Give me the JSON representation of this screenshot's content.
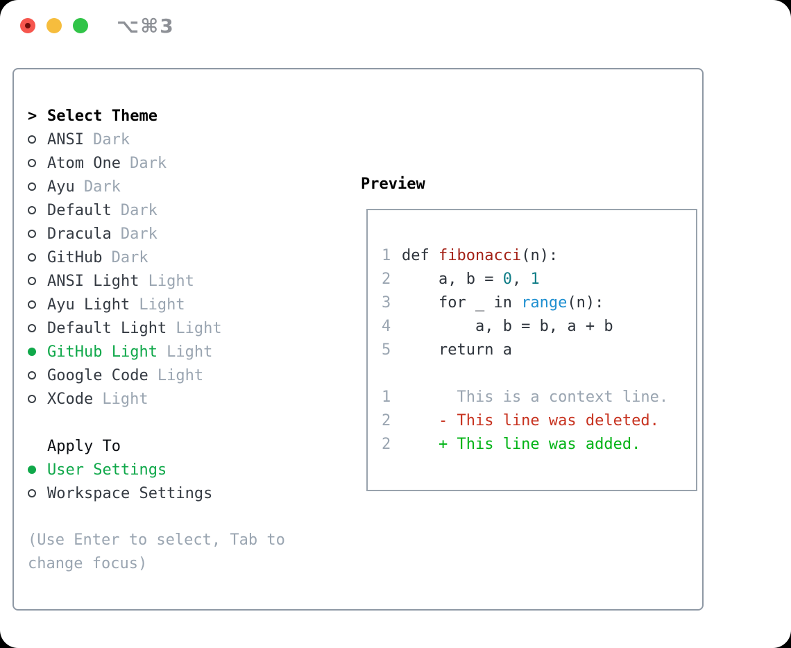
{
  "window": {
    "title": "⌥⌘3",
    "traffic_lights": [
      {
        "name": "close",
        "color": "#f6564e"
      },
      {
        "name": "minimize",
        "color": "#f6bd3d"
      },
      {
        "name": "maximize",
        "color": "#31c448"
      }
    ]
  },
  "theme_panel": {
    "header": {
      "prompt": ">",
      "label": "Select Theme"
    },
    "themes": [
      {
        "name": "ANSI",
        "variant": "Dark",
        "selected": false
      },
      {
        "name": "Atom One",
        "variant": "Dark",
        "selected": false
      },
      {
        "name": "Ayu",
        "variant": "Dark",
        "selected": false
      },
      {
        "name": "Default",
        "variant": "Dark",
        "selected": false
      },
      {
        "name": "Dracula",
        "variant": "Dark",
        "selected": false
      },
      {
        "name": "GitHub",
        "variant": "Dark",
        "selected": false
      },
      {
        "name": "ANSI Light",
        "variant": "Light",
        "selected": false
      },
      {
        "name": "Ayu Light",
        "variant": "Light",
        "selected": false
      },
      {
        "name": "Default Light",
        "variant": "Light",
        "selected": false
      },
      {
        "name": "GitHub Light",
        "variant": "Light",
        "selected": true
      },
      {
        "name": "Google Code",
        "variant": "Light",
        "selected": false
      },
      {
        "name": "XCode",
        "variant": "Light",
        "selected": false
      }
    ],
    "apply_to": {
      "label": "Apply To",
      "options": [
        {
          "name": "User Settings",
          "selected": true
        },
        {
          "name": "Workspace Settings",
          "selected": false
        }
      ]
    },
    "hint": "(Use Enter to select, Tab to change focus)"
  },
  "preview": {
    "label": "Preview",
    "lines": [
      {
        "num": "1",
        "segments": [
          {
            "t": "def ",
            "c": "fg"
          },
          {
            "t": "fibonacci",
            "c": "func"
          },
          {
            "t": "(n):",
            "c": "fg"
          }
        ]
      },
      {
        "num": "2",
        "segments": [
          {
            "t": "    a, b = ",
            "c": "fg"
          },
          {
            "t": "0",
            "c": "num"
          },
          {
            "t": ", ",
            "c": "fg"
          },
          {
            "t": "1",
            "c": "num"
          }
        ]
      },
      {
        "num": "3",
        "segments": [
          {
            "t": "    for _ in ",
            "c": "fg"
          },
          {
            "t": "range",
            "c": "builtin"
          },
          {
            "t": "(n):",
            "c": "fg"
          }
        ]
      },
      {
        "num": "4",
        "segments": [
          {
            "t": "        a, b = b, a + b",
            "c": "fg"
          }
        ]
      },
      {
        "num": "5",
        "segments": [
          {
            "t": "    return a",
            "c": "fg"
          }
        ]
      },
      {
        "num": "",
        "segments": []
      },
      {
        "num": "1",
        "segments": [
          {
            "t": "      This is a context line.",
            "c": "context"
          }
        ]
      },
      {
        "num": "2",
        "segments": [
          {
            "t": "    - This line was deleted.",
            "c": "deleted"
          }
        ]
      },
      {
        "num": "2",
        "segments": [
          {
            "t": "    + This line was added.",
            "c": "added"
          }
        ]
      }
    ]
  },
  "colors": {
    "accent_green": "#10a84a",
    "added_green": "#00b315",
    "deleted_red": "#c7321f",
    "function_red": "#a32016",
    "number_teal": "#0e7c86",
    "builtin_blue": "#1e8fd0",
    "muted_gray": "#9aa5b1",
    "foreground": "#2d333b",
    "panel_border": "#8e98a4",
    "preview_border": "#99a3ad",
    "tl_red": "#f6564e",
    "tl_red_dot": "#6f0e0a",
    "tl_yellow": "#f6bd3d",
    "tl_green": "#31c448",
    "title_gray": "#8d9096"
  }
}
